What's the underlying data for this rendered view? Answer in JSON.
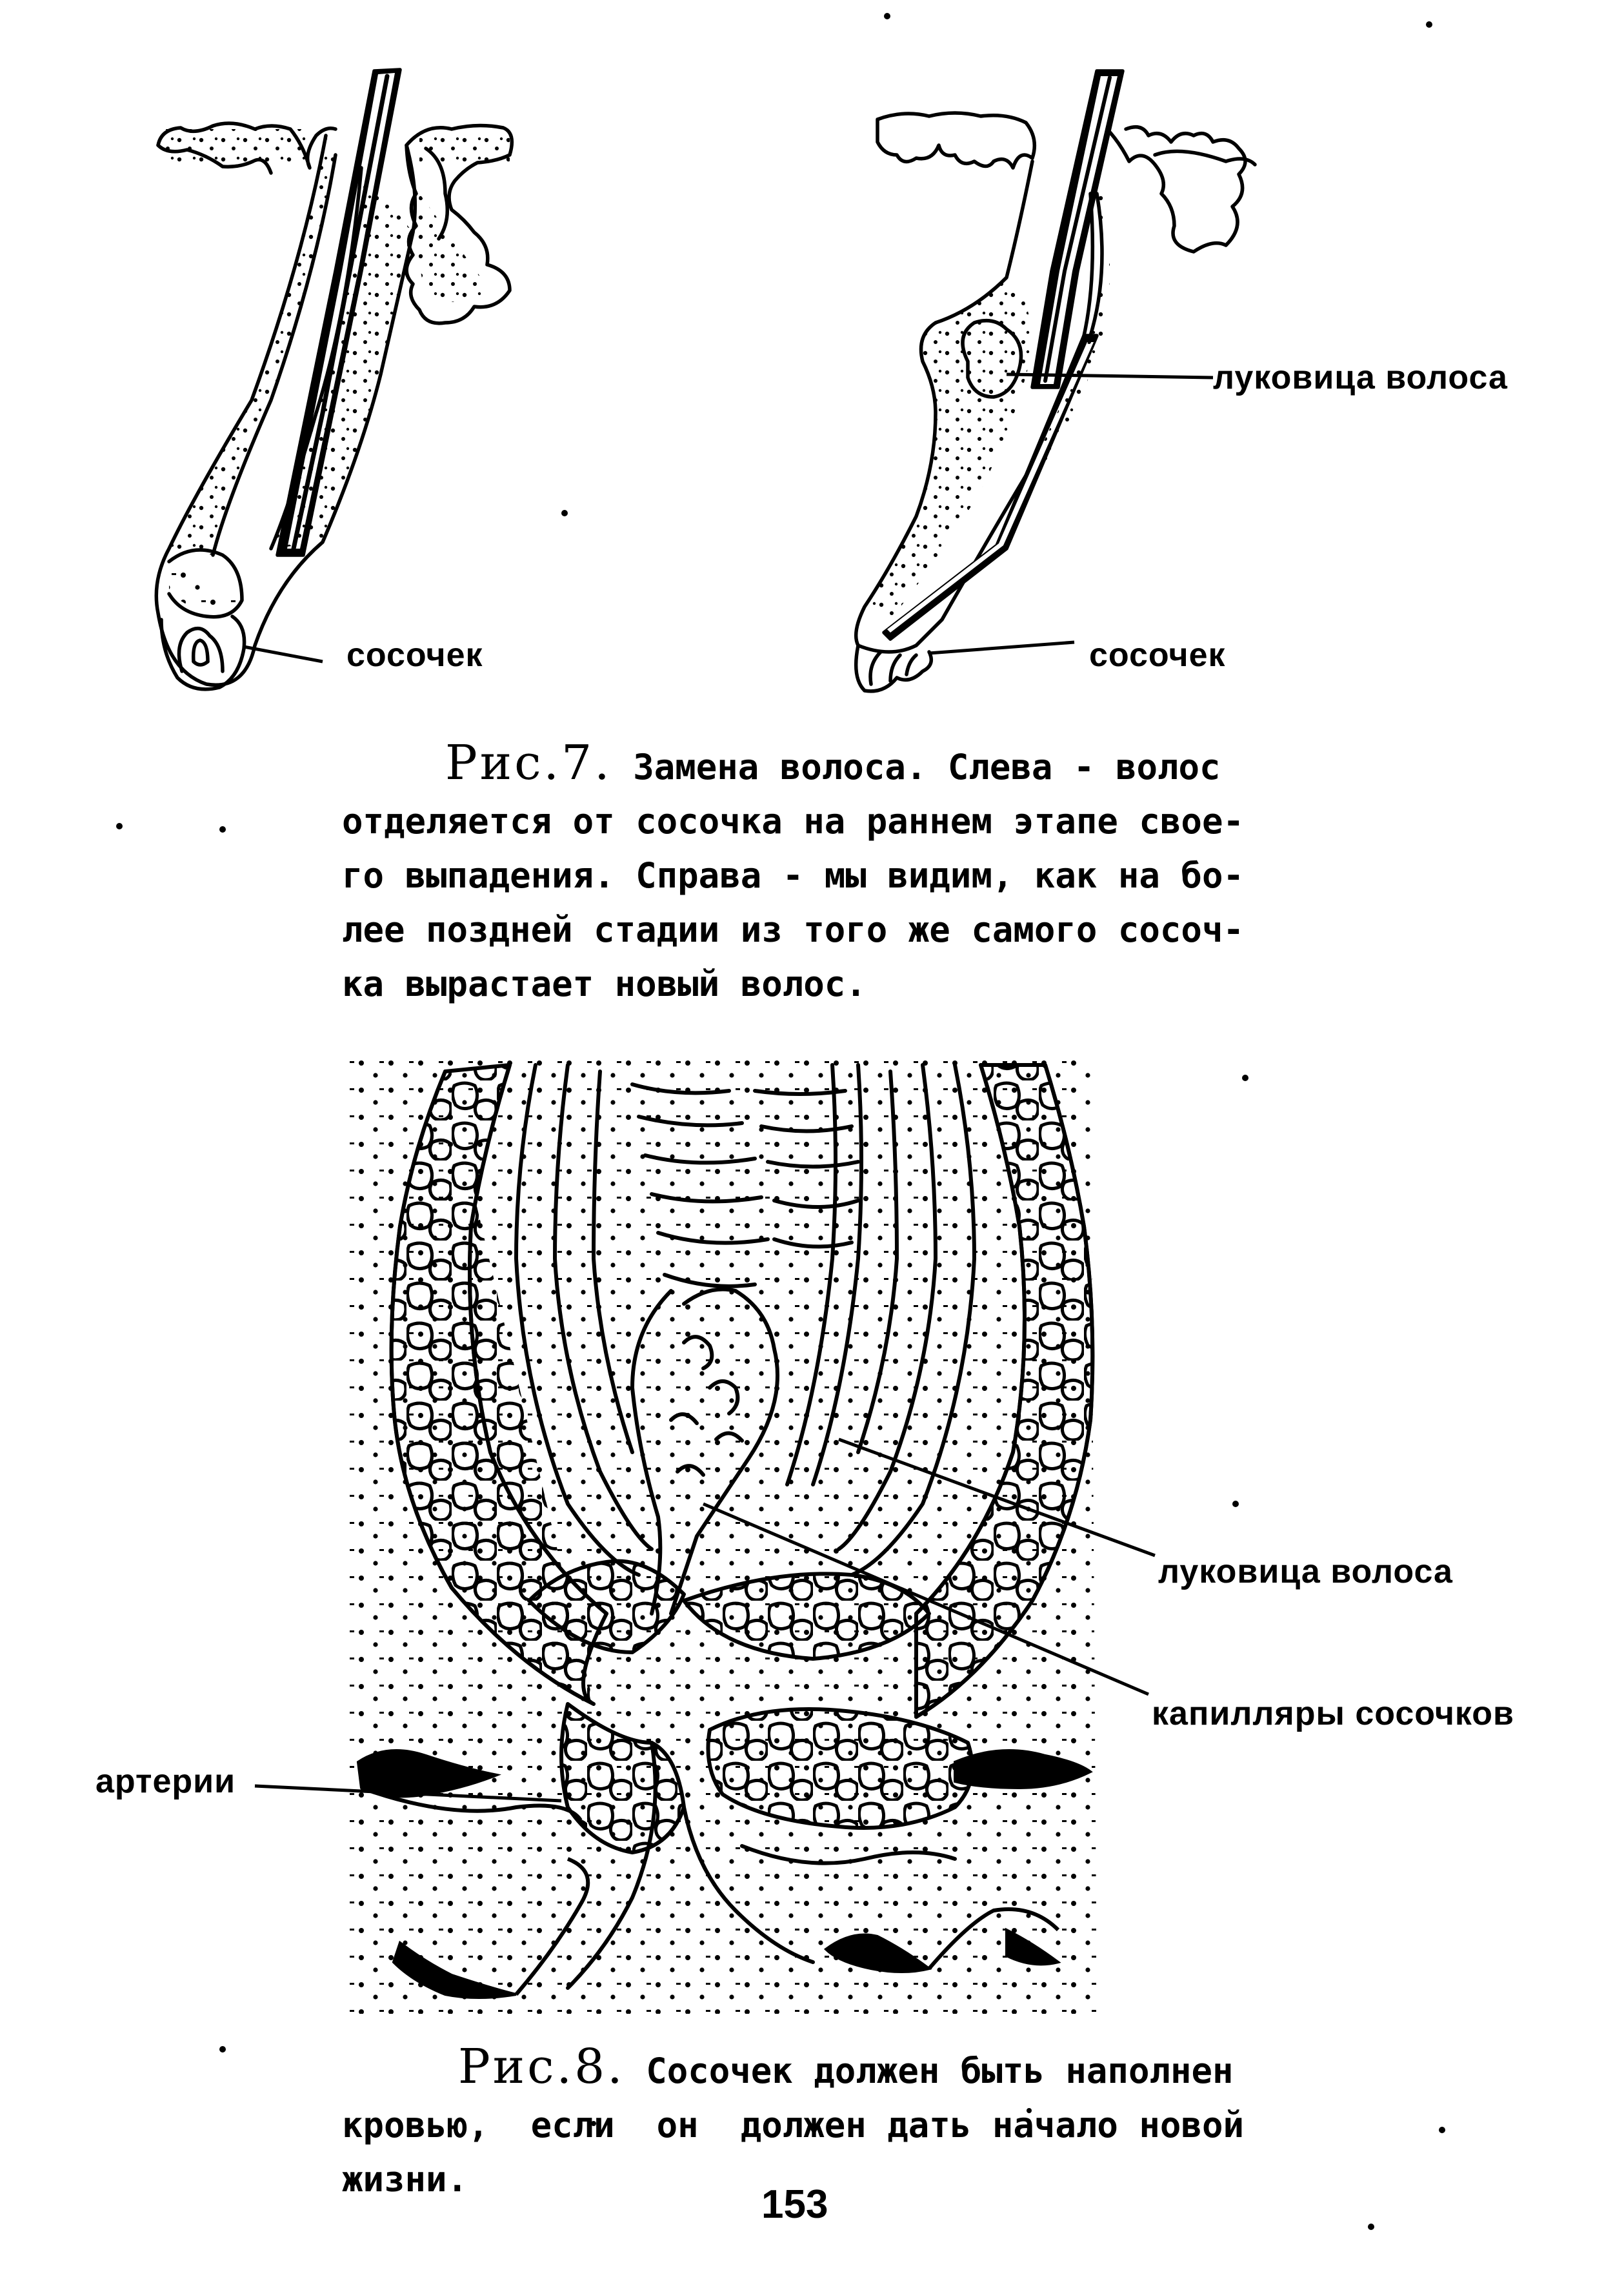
{
  "figure7": {
    "left_label": "сосочек",
    "right_label_papilla": "сосочек",
    "right_label_bulb": "луковица волоса",
    "caption_prefix": "Рис.7.",
    "caption_lines": [
      " Замена волоса. Слева - волос",
      "отделяется от сосочка на раннем этапе свое-",
      "го выпадения. Справа - мы видим, как на бо-",
      "лее поздней стадии из того же самого сосоч-",
      "ка вырастает новый волос."
    ]
  },
  "figure8": {
    "label_bulb": "луковица волоса",
    "label_capillaries": "капилляры сосочков",
    "label_arteries": "артерии",
    "caption_prefix": "Рис.8.",
    "caption_lines": [
      " Сосочек должен быть наполнен",
      "кровью,  если  он  должен дать начало новой",
      "жизни."
    ]
  },
  "page_number": "153"
}
